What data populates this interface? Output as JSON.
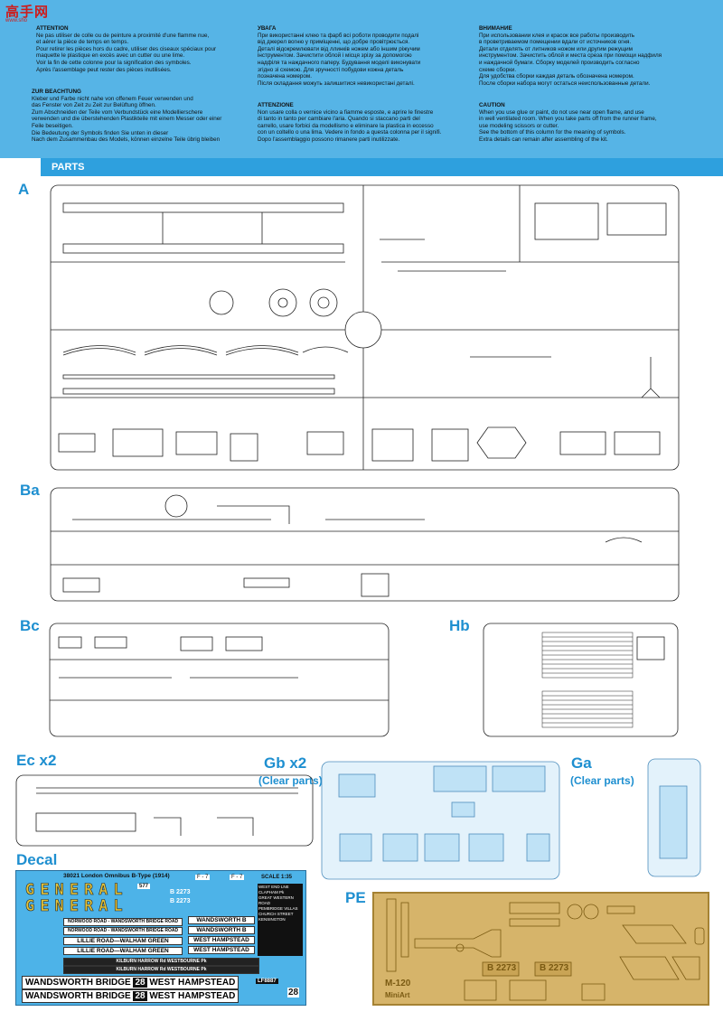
{
  "watermark": {
    "brand": "高手网",
    "url": "www.sho"
  },
  "warnings": [
    {
      "id": "fr",
      "title": "ATTENTION",
      "text": "Ne pas utiliser de colle ou de peinture a proximité d'une flamme nue,\net aérer la pièce de temps en temps.\nPour retirer les pièces hors du cadre, utiliser des ciseaux spéciaux pour\nmaquette le plastique en excès avec un cutter ou une lime.\nVoir la fin de cette colonne pour la signification des symboles.\nAprès l'assemblage peut rester des pièces inutilisées."
    },
    {
      "id": "de",
      "title": "ZUR BEACHTUNG",
      "text": "Kleber und Farbe nicht nahe von offenem Feuer verwenden und\ndas Fenster von Zeit zu Zeit zur Belüftung öffnen.\nZum Abschneiden der Teile vom Verbundstück eine Modellierschere\nverwenden und die überstehenden Plastikteile mit einem Messer oder einer\nFeile beseitigen.\nDie Bedeutung der Symbols finden Sie unten in dieser\nNach dem Zusammenbau des Models, können einzelne Teile übrig bleiben"
    },
    {
      "id": "ua",
      "title": "УВАГА",
      "text": "При використанні клею та фарб всі роботи проводити подалі\nвід джерел вогню у приміщенні, що добре провітрюється.\nДеталі відокремлювати від ллинків ножем або іншим ріжучим\nінструментом. Зачистити облой і місця зрізу за допомогою\nнадфіля та наждачного паперу. Будування моделі виконувати\nзгідно зі схемою. Для зручності побудови кожна деталь\nпозначена номером.\nПісля складання можуть залишитися невикористані деталі."
    },
    {
      "id": "it",
      "title": "ATTENZIONE",
      "text": "Non usare colla o vernice vicino a fiamme esposte, e aprire le finestre\ndi tanto in tanto per cambiare l'aria. Quando si staccano parti del\ncarrello, usare forbici da modellismo e eliminare la plastica in eccesso\ncon un coltello o una lima. Vedere in fondo a questa colonna  per il signifi.\nDopo l'assemblaggio possono rimanere parti inutilizzate."
    },
    {
      "id": "ru",
      "title": "ВНИМАНИЕ",
      "text": "При использовании клея и красок все работы производить\nв проветриваемом помещении вдали от источников огня.\nДетали отделять от литников ножом или другим режущим\nинструментом. Зачистить облой и места среза при помощи надфиля\nи наждачной бумаги. Сборку моделей производить согласно\nсхеме сборки.\nДля удобства сборки каждая деталь обозначена номером.\nПосле сборки набора могут остаться неиспользованные детали."
    },
    {
      "id": "en",
      "title": "CAUTION",
      "text": "When you use glue or paint, do not use near open flame, and use\nin well ventilated room. When you take parts off from the runner frame,\nuse modeling scissors or cutter.\nSee the bottom of this column for the meaning of symbols.\nExtra details can remain after assembling of the kit."
    }
  ],
  "parts_header": "PARTS",
  "sections": {
    "A": "A",
    "Ba": "Ba",
    "Bc": "Bc",
    "Hb": "Hb",
    "Ec": "Ec x2",
    "Gb": "Gb x2",
    "Gb_sub": "(Clear parts)",
    "Ga": "Ga",
    "Ga_sub": "(Clear parts)",
    "Decal": "Decal",
    "PE": "PE"
  },
  "decal": {
    "header": "38021 London Omnibus B-Type (1914)",
    "scale": "SCALE 1:35",
    "fleet": "F - 7",
    "number": "577",
    "reg": "B 2273",
    "general": "GENERAL",
    "strips": [
      "NORWOOD ROAD - WANDSWORTH BRIDGE ROAD",
      "NORWOOD ROAD - WANDSWORTH BRIDGE ROAD",
      "LILLIE ROAD—WALHAM GREEN",
      "LILLIE ROAD—WALHAM GREEN"
    ],
    "destinations": [
      "WANDSWORTH B",
      "WANDSWORTH B",
      "WEST HAMPSTEAD",
      "WEST HAMPSTEAD"
    ],
    "route_list": [
      "WEST END LNE",
      "CLAPHAM Pk",
      "GREAT WESTERN ROAD",
      "PEMBRIDGE VILLAS",
      "CHURCH STREET KENSINGTON"
    ],
    "small_strips": [
      "KILBURN HARROW Rd WESTBOURNE Pk",
      "KILBURN HARROW Rd WESTBOURNE Pk"
    ],
    "bottom_strips": [
      {
        "left": "WANDSWORTH BRIDGE",
        "num": "28",
        "right": "WEST HAMPSTEAD"
      },
      {
        "left": "WANDSWORTH BRIDGE",
        "num": "28",
        "right": "WEST HAMPSTEAD"
      }
    ],
    "plate": "LF8887",
    "route_num": "28"
  },
  "pe": {
    "code": "M-120",
    "reg": "B 2273",
    "brand": "MiniArt"
  }
}
